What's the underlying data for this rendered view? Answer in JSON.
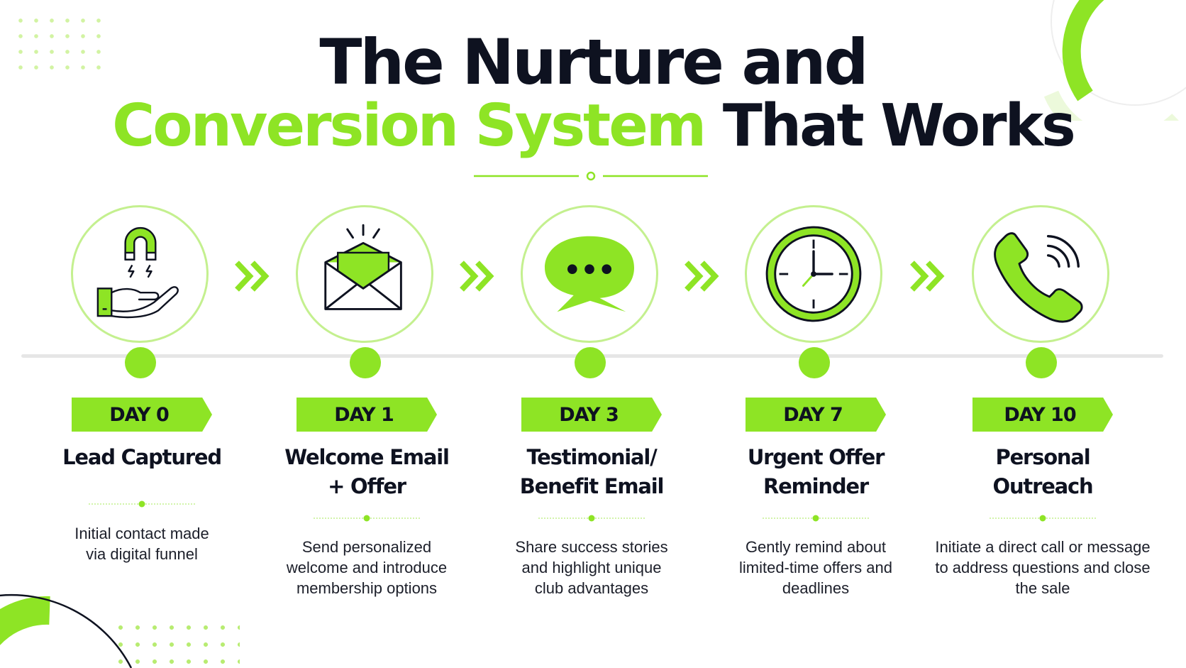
{
  "title": {
    "line1": "The Nurture and",
    "line2_highlight": "Conversion System",
    "line2_rest": "That Works"
  },
  "colors": {
    "accent": "#8ee425",
    "accent_light": "#c4f08f",
    "dark": "#0e1220",
    "timeline": "#e6e6e6"
  },
  "steps": [
    {
      "day": "DAY 0",
      "title": "Lead Captured",
      "description": "Initial contact made via digital funnel",
      "icon": "magnet-hand-icon"
    },
    {
      "day": "DAY 1",
      "title": "Welcome Email + Offer",
      "description": "Send personalized welcome and introduce membership options",
      "icon": "envelope-icon"
    },
    {
      "day": "DAY 3",
      "title": "Testimonial/ Benefit Email",
      "description": "Share success stories and highlight unique club advantages",
      "icon": "chat-bubble-icon"
    },
    {
      "day": "DAY 7",
      "title": "Urgent Offer Reminder",
      "description": "Gently remind about limited-time offers and deadlines",
      "icon": "clock-icon"
    },
    {
      "day": "DAY 10",
      "title": "Personal Outreach",
      "description": "Initiate a direct call or message to address questions and close the sale",
      "icon": "phone-icon"
    }
  ]
}
